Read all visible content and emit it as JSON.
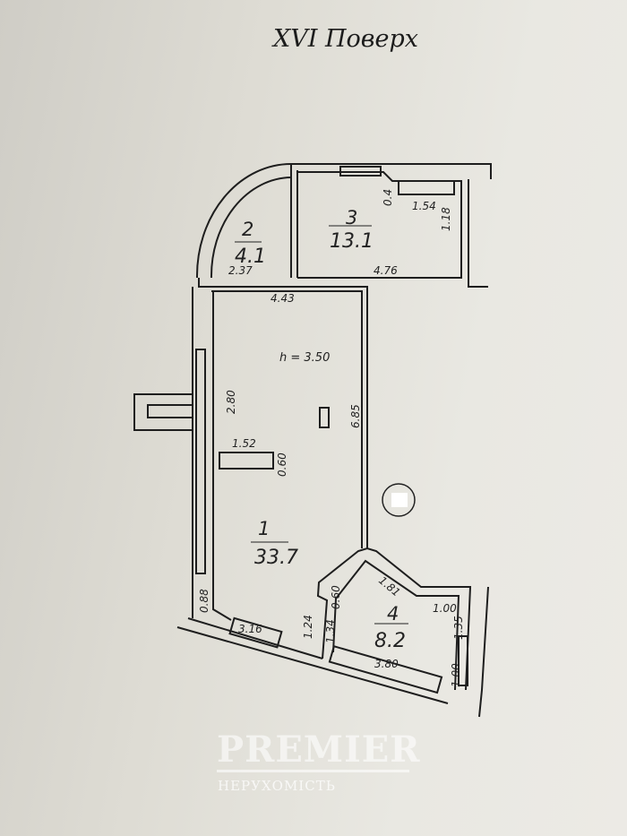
{
  "title": "XVI Поверх",
  "ceiling_height": "h = 3.50",
  "rooms": [
    {
      "number": "1",
      "area": "33.7"
    },
    {
      "number": "2",
      "area": "4.1"
    },
    {
      "number": "3",
      "area": "13.1"
    },
    {
      "number": "4",
      "area": "8.2"
    }
  ],
  "dimensions": {
    "d0_4": "0.4",
    "d1_54": "1.54",
    "d1_18": "1.18",
    "d2_37": "2.37",
    "d4_76": "4.76",
    "d4_43": "4.43",
    "d2_80": "2.80",
    "d6_85": "6.85",
    "d1_52": "1.52",
    "d0_60a": "0.60",
    "d0_88": "0.88",
    "d3_16": "3.16",
    "d1_24": "1.24",
    "d1_34": "1.34",
    "d0_60b": "0.60",
    "d1_81": "1.81",
    "d1_00a": "1.00",
    "d1_35": "1.35",
    "d3_80": "3.80",
    "d1_00b": "1.00"
  },
  "watermark": {
    "brand": "PREMIER",
    "sub": "НЕРУХОМІСТЬ"
  }
}
